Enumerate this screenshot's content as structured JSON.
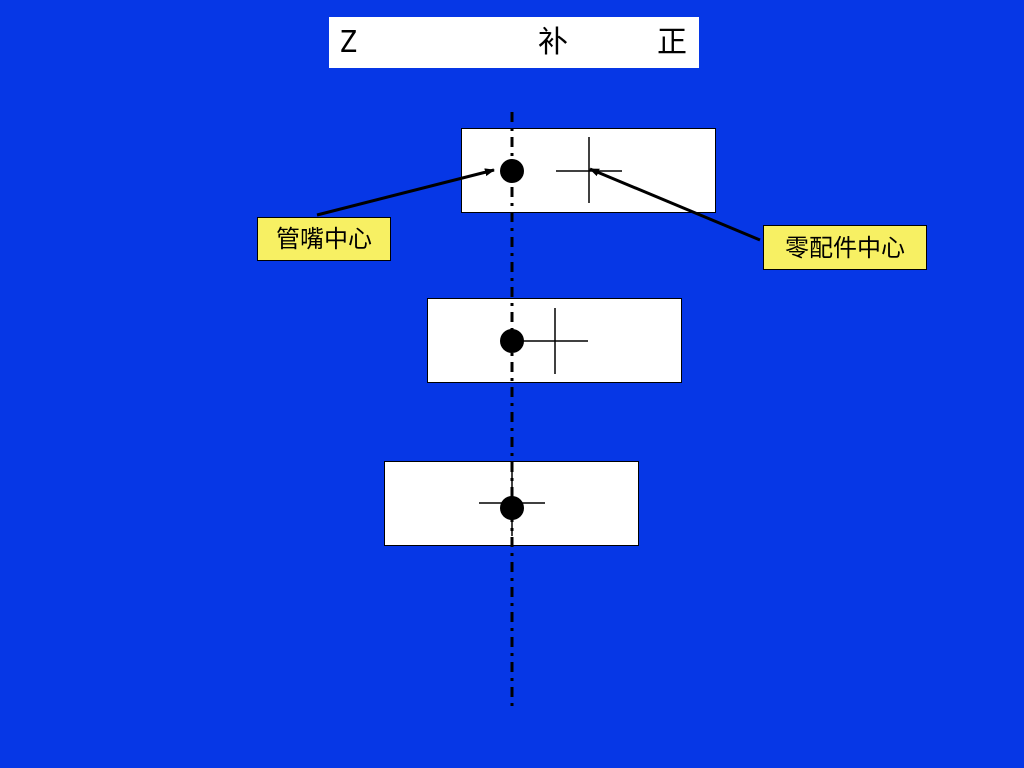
{
  "title": {
    "part1": "Z",
    "part2": "补",
    "part3": "正"
  },
  "callouts": {
    "nozzle_center": "管嘴中心",
    "part_center": "零配件中心"
  },
  "colors": {
    "background": "#0637e6",
    "panel": "#ffffff",
    "callout": "#f7f063",
    "stroke": "#000000"
  }
}
